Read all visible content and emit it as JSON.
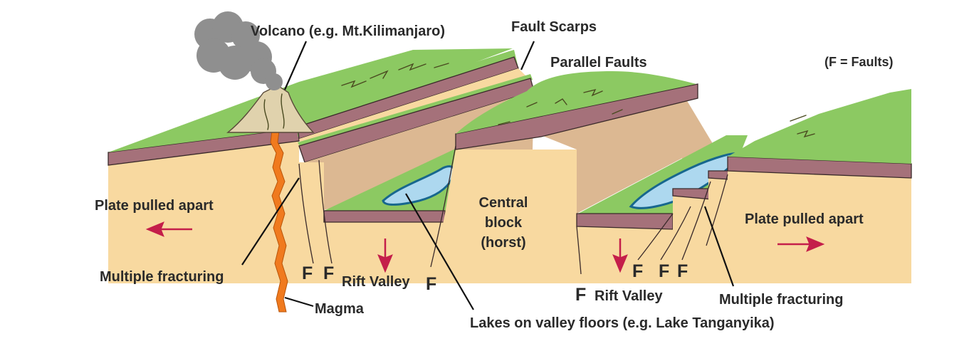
{
  "labels": {
    "volcano": "Volcano (e.g. Mt.Kilimanjaro)",
    "fault_scarps": "Fault Scarps",
    "parallel_faults": "Parallel Faults",
    "legend_note": "(F = Faults)",
    "plate_left": "Plate pulled apart",
    "plate_right": "Plate pulled apart",
    "central_block_line1": "Central",
    "central_block_line2": "block",
    "central_block_line3": "(horst)",
    "multiple_fracturing_left": "Multiple fracturing",
    "multiple_fracturing_right": "Multiple fracturing",
    "rift_valley_left": "Rift Valley",
    "rift_valley_right": "Rift Valley",
    "magma": "Magma",
    "lakes": "Lakes on valley floors (e.g. Lake Tanganyika)",
    "fault_marker": "F"
  },
  "colors": {
    "surface_green": "#8cc962",
    "rock_tan": "#f8d9a0",
    "rock_tan_dark": "#dcb892",
    "topsoil_brown": "#a5717a",
    "lake_blue": "#add8ef",
    "lake_outline": "#17678e",
    "magma_orange": "#f07a1e",
    "arrow_red": "#c41e4a",
    "smoke_grey": "#8f8f8f"
  },
  "icons": [
    "left-arrow-icon",
    "right-arrow-icon",
    "down-arrow-icon",
    "smoke-cloud-icon",
    "volcano-cone-icon",
    "magma-channel-icon"
  ]
}
